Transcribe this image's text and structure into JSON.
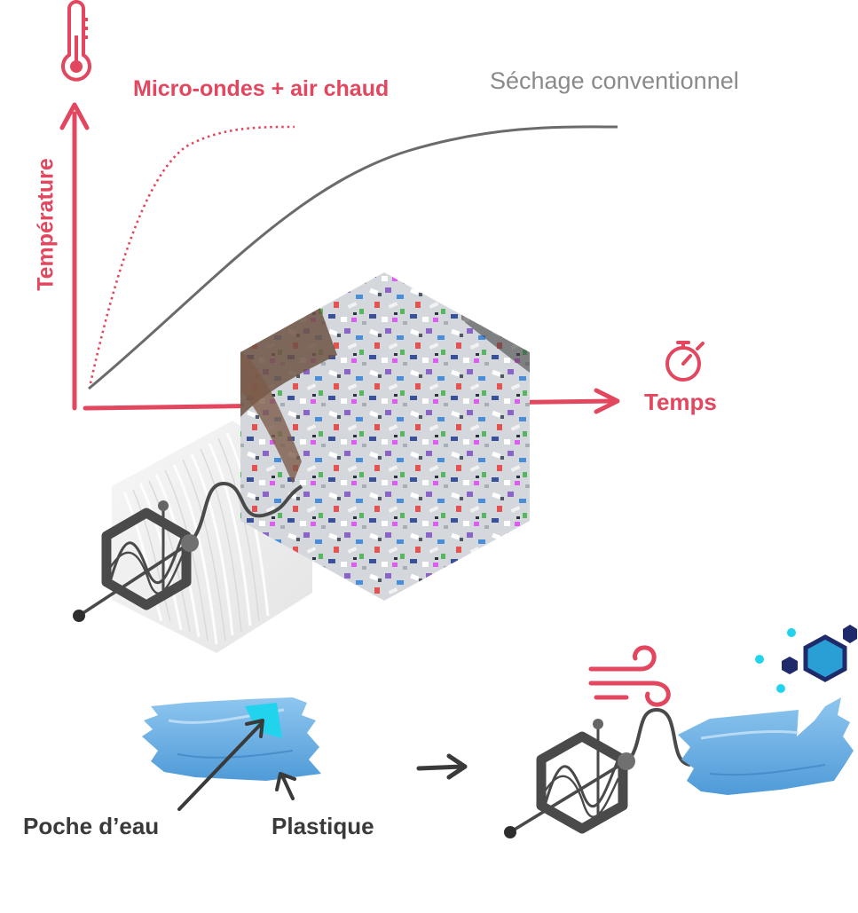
{
  "labels": {
    "y_axis": "Température",
    "x_axis": "Temps",
    "curve_fast": "Micro-ondes + air chaud",
    "curve_conventional": "Séchage conventionnel",
    "water_pocket": "Poche d’eau",
    "plastic": "Plastique"
  },
  "colors": {
    "accent": "#e2475f",
    "curve_grey": "#6b6b6b",
    "label_grey": "#8a8a8a",
    "dark_text": "#3a3a3a",
    "plastic_blue": "#6fb3e6",
    "water_cyan": "#22d3ee",
    "molecule_navy": "#1f2a6b",
    "molecule_blue": "#2a9fd6"
  },
  "icons": [
    "thermometer-icon",
    "stopwatch-icon",
    "wind-icon",
    "water-molecule-icon",
    "microwave-emitter-icon"
  ]
}
